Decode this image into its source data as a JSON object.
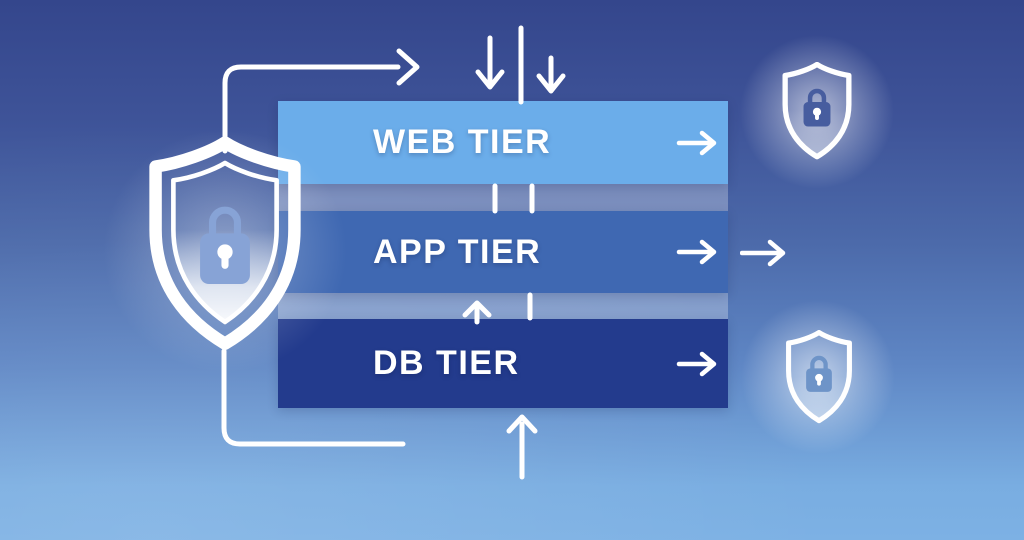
{
  "diagram": {
    "tiers": [
      {
        "name": "web",
        "label": "WEB TIER",
        "color": "#6badea",
        "egress_icon": "arrow-right-icon"
      },
      {
        "name": "app",
        "label": "APP TIER",
        "color": "#3f68b2",
        "egress_icon": "arrow-right-icon"
      },
      {
        "name": "db",
        "label": "DB TIER",
        "color": "#233b8d",
        "egress_icon": "arrow-right-icon"
      }
    ],
    "shields": {
      "left": {
        "icon": "shield-lock-icon",
        "outline_color": "#ffffff",
        "lock_color": "#87a3d6"
      },
      "top_right": {
        "icon": "shield-lock-icon",
        "outline_color": "#ffffff",
        "lock_color": "#475d9f"
      },
      "bottom_right": {
        "icon": "shield-lock-icon",
        "outline_color": "#ffffff",
        "lock_color": "#6e94c8"
      }
    },
    "connectors": {
      "line_color": "#ffffff",
      "top_elbow": "shield-to-top-path",
      "top_ingress": [
        "arrow-down-icon",
        "vertical-line",
        "arrow-down-icon"
      ],
      "web_app_links": [
        "vertical-line",
        "vertical-line"
      ],
      "db_app_links": [
        "arrow-up-icon",
        "vertical-line"
      ],
      "bottom_ingress": [
        "arrow-up-icon"
      ],
      "bottom_elbow": "shield-to-bottom-path",
      "app_external_egress": "arrow-right-icon"
    },
    "background": {
      "top": "#34468c",
      "bottom": "#79ade1",
      "gap_band": "rgba(255,255,255,0.28)"
    }
  }
}
